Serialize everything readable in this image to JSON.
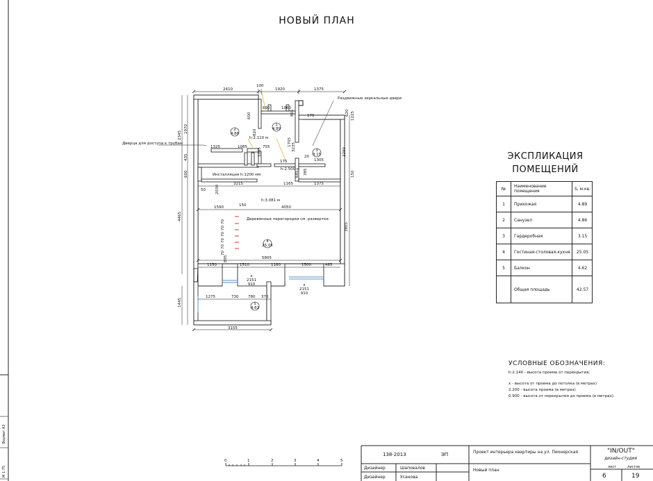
{
  "title": "НОВЫЙ ПЛАН",
  "explication": {
    "title_line1": "ЭКСПЛИКАЦИЯ",
    "title_line2": "ПОМЕЩЕНИЙ",
    "header": {
      "num": "№",
      "name": "Наименование помещения",
      "area": "S, м.кв."
    },
    "rows": [
      {
        "num": "1",
        "name": "Прихожая",
        "area": "4.89"
      },
      {
        "num": "2",
        "name": "Санузел",
        "area": "4.86"
      },
      {
        "num": "3",
        "name": "Гардеробная",
        "area": "3.15"
      },
      {
        "num": "4",
        "name": "Гостиная-столовая-кухня",
        "area": "25.05"
      },
      {
        "num": "5",
        "name": "Балкон",
        "area": "4.62"
      }
    ],
    "total": {
      "name": "Общая площадь",
      "area": "42.57"
    }
  },
  "legend": {
    "title": "УСЛОВНЫЕ ОБОЗНАЧЕНИЯ:",
    "lines": [
      "h:2.140 - высота проема от перекрытия;",
      "x - высота от проема до потолка (в метрах)",
      "2.200 - высота проема (в метрах)",
      "0.900 - высота от перекрытия до проема (в метрах)."
    ]
  },
  "plan": {
    "notes": {
      "mirror_doors": "Раздвижные зеркальные двери",
      "pipe_door": "Дверца для доступа к трубам",
      "installation": "Инсталляция h:1200 мм",
      "partitions": "Деревянные перегородки см. развертки",
      "h_room4": "h:3.081 м",
      "h_door2": "h:2.110 м",
      "h_door3": "h:2.500 м"
    },
    "rooms": [
      {
        "num": "1",
        "area": "4.89"
      },
      {
        "num": "2",
        "area": "4.86"
      },
      {
        "num": "3",
        "area": "3.15"
      },
      {
        "num": "4",
        "area": "25.05"
      },
      {
        "num": "5",
        "area": "4.62"
      }
    ],
    "dims_top": [
      "2410",
      "100",
      "1920",
      "1375"
    ],
    "dims_inner": [
      "690",
      "1060",
      "170",
      "1325",
      "1085",
      "755",
      "20",
      "1305",
      "175",
      "3215",
      "1165",
      "1375",
      "50",
      "1590",
      "150",
      "4050",
      "5805",
      "1150",
      "1510",
      "1180",
      "1500",
      "465",
      "1275",
      "730",
      "780",
      "370",
      "3155"
    ],
    "dims_vertical": [
      "2345",
      "1970",
      "435",
      "600",
      "600",
      "820",
      "1005",
      "1705",
      "3235",
      "865",
      "620",
      "1225",
      "2290",
      "385",
      "685",
      "150",
      "2030",
      "4465",
      "3805",
      "895",
      "1445"
    ],
    "window_marks": [
      {
        "x": "x",
        "h": "2151",
        "b": "910"
      },
      {
        "x": "x",
        "h": "2151",
        "b": "910"
      }
    ],
    "partition_dims": [
      "70",
      "70",
      "70",
      "70",
      "70",
      "70"
    ]
  },
  "scale": [
    "0",
    "1",
    "2",
    "3",
    "4",
    "5"
  ],
  "title_block": {
    "code": "138-2013",
    "stage": "ЭП",
    "project": "Проект интерьера квартиры на ул. Пионерская",
    "sheet_name": "Новый план",
    "studio": "\"IN/OUT\"",
    "studio_sub": "дизайн-студия",
    "role1": "Дизайнер",
    "name1": "Шаповалов",
    "role2": "Дизайнер",
    "name2": "Усанова",
    "sheet_label": "лист",
    "sheets_label": "листов",
    "sheet": "6",
    "sheets": "19"
  },
  "side_stamp": {
    "format": "Формат А3",
    "scale": "М 1:75"
  }
}
